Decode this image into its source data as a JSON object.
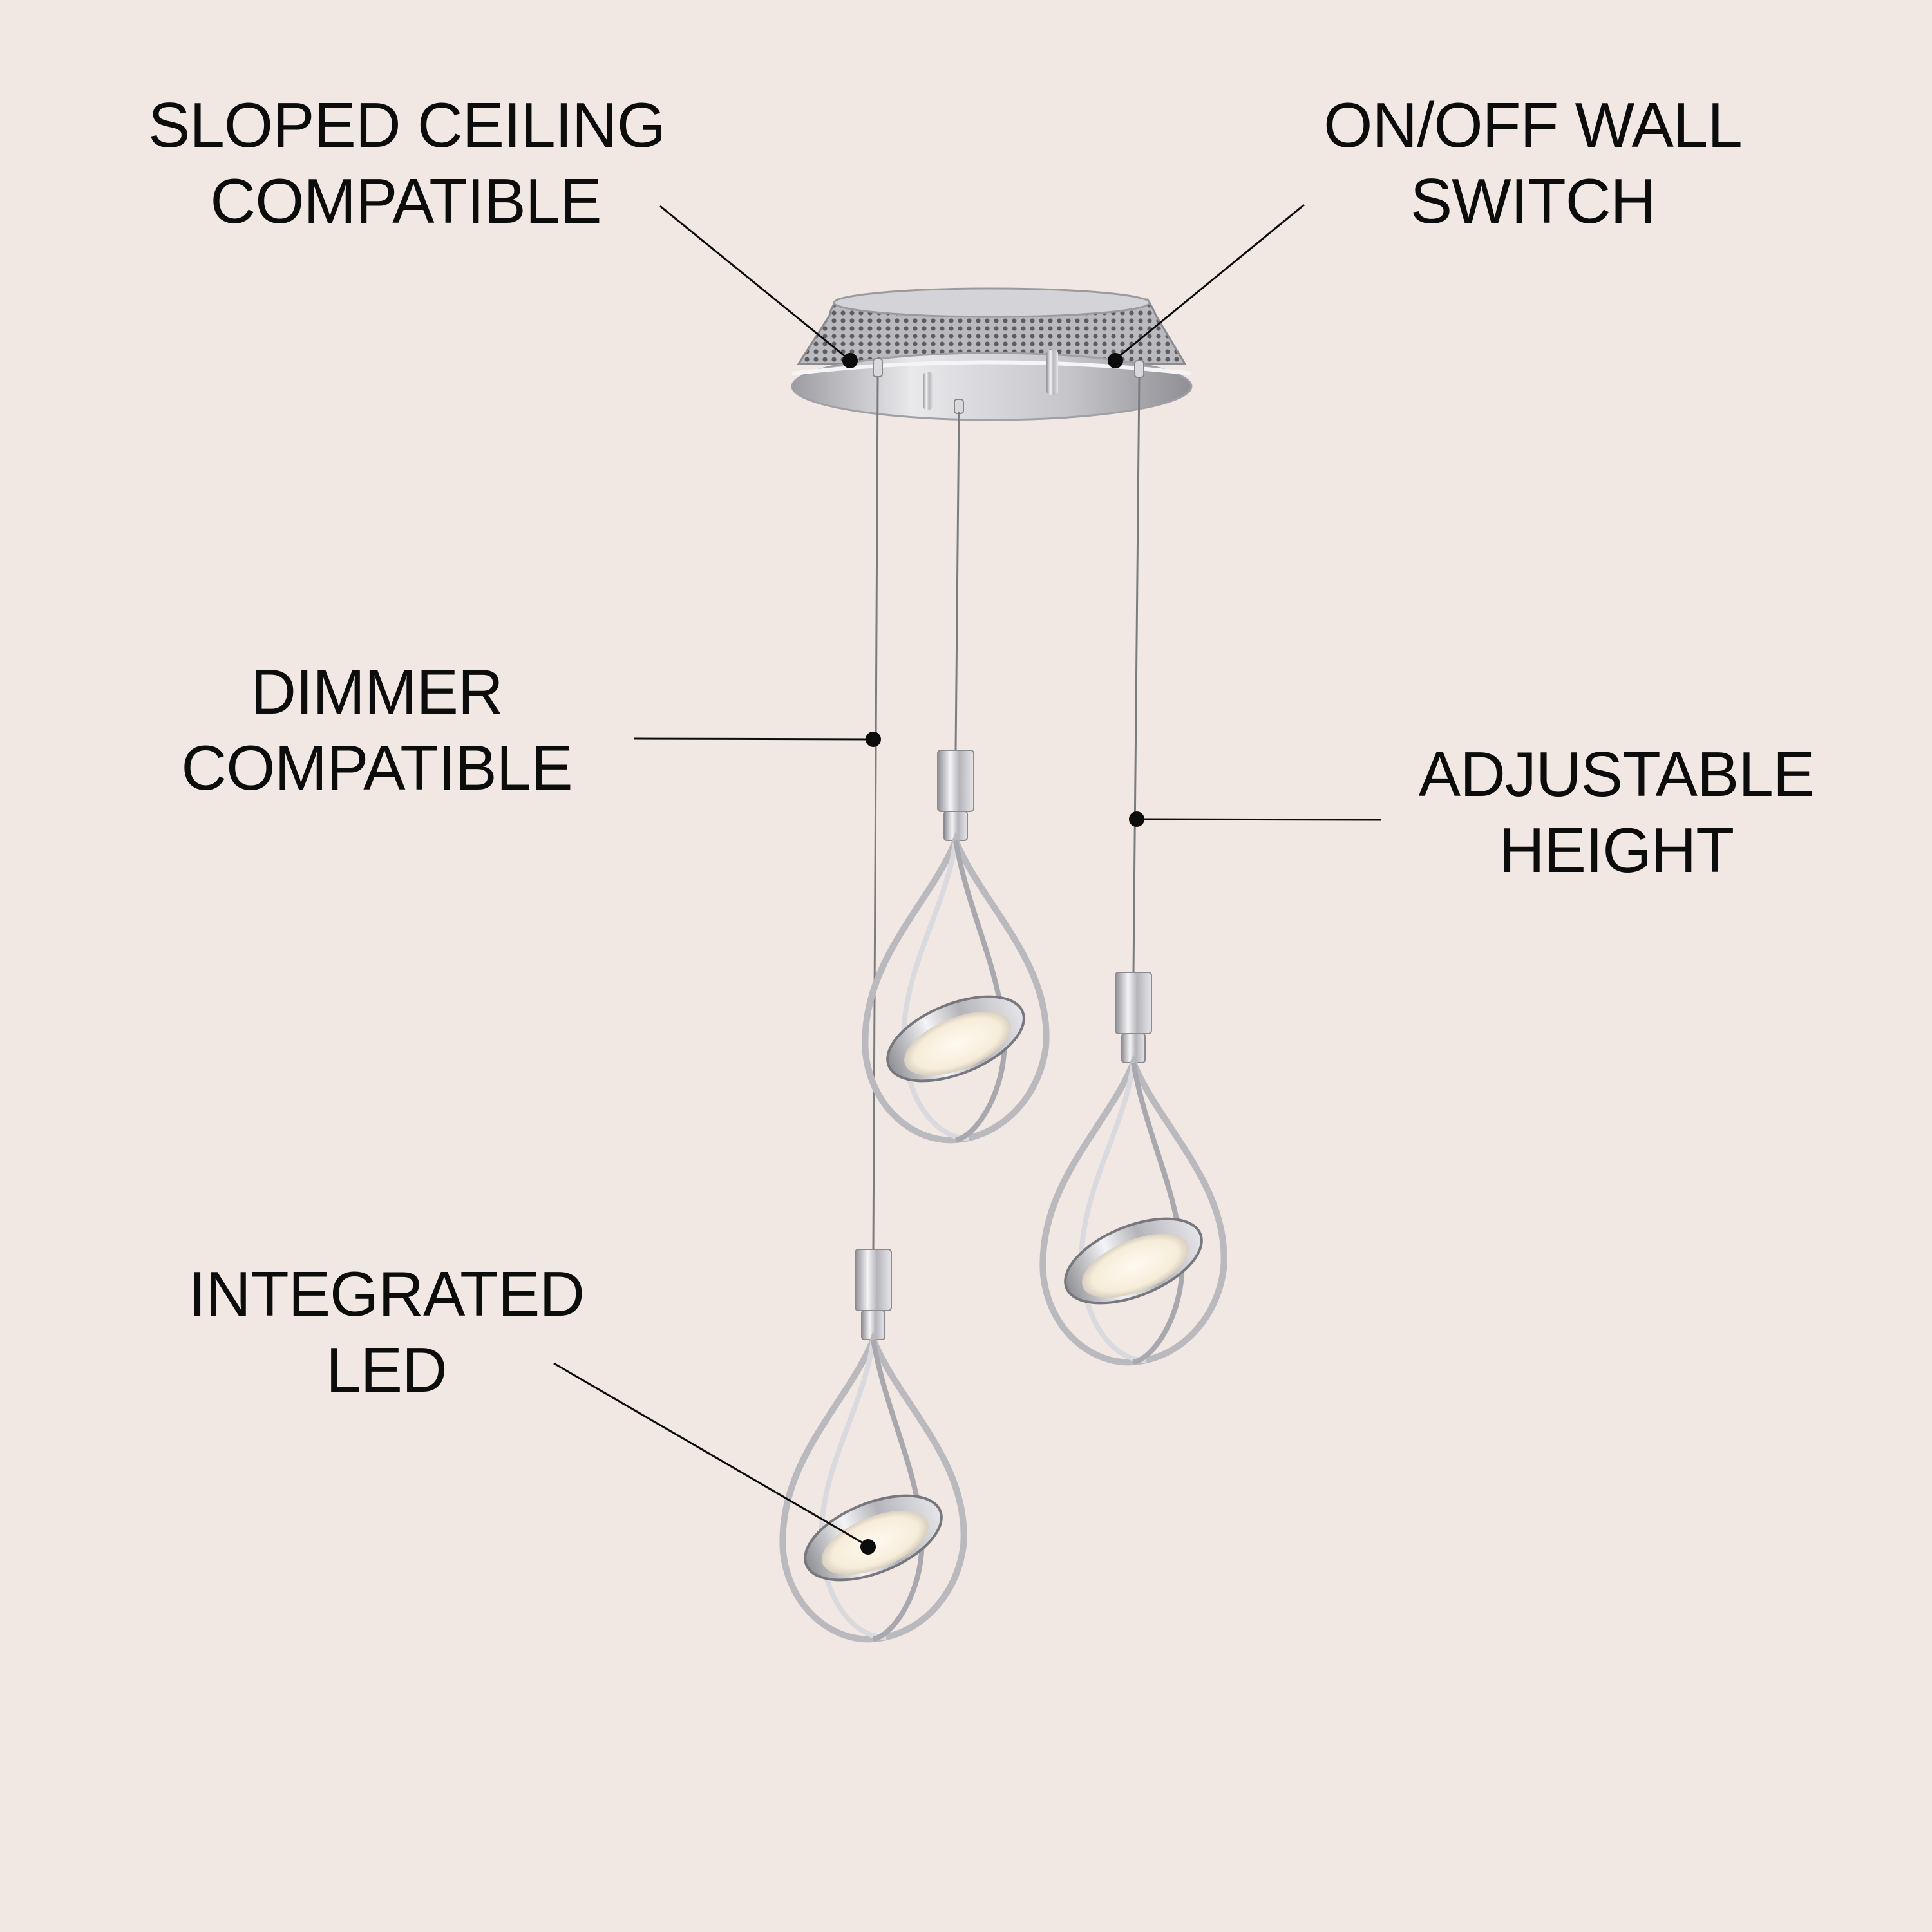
{
  "colors": {
    "background": "#f1e8e4",
    "text": "#0c0c0c",
    "chrome": "#c8c8cc",
    "led": "#fff6e6"
  },
  "callouts": {
    "sloped_ceiling": {
      "line1": "SLOPED CEILING",
      "line2": "COMPATIBLE"
    },
    "wall_switch": {
      "line1": "ON/OFF WALL",
      "line2": "SWITCH"
    },
    "dimmer": {
      "line1": "DIMMER",
      "line2": "COMPATIBLE"
    },
    "adjustable": {
      "line1": "ADJUSTABLE",
      "line2": "HEIGHT"
    },
    "integrated_led": {
      "line1": "INTEGRATED",
      "line2": "LED"
    }
  }
}
